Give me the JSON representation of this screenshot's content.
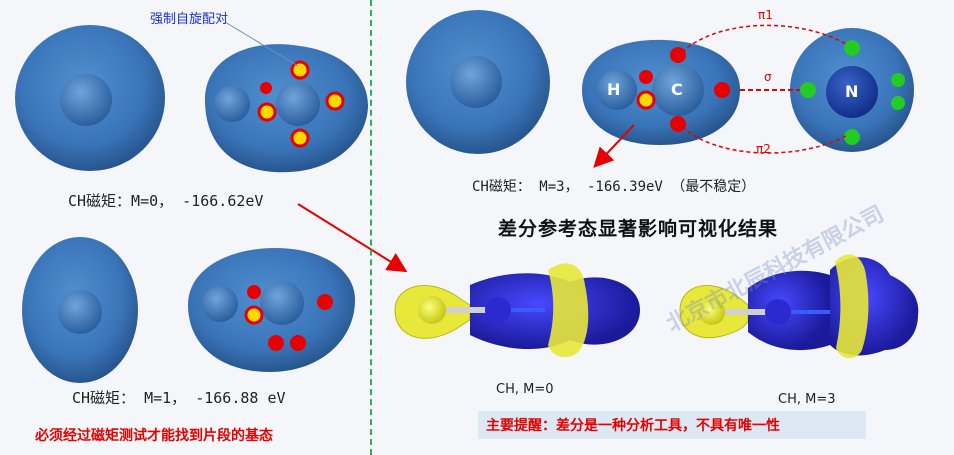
{
  "left": {
    "annotation": "强制自旋配对",
    "caption_m0": "CH磁矩：M=0， -166.62eV",
    "caption_m1": "CH磁矩： M=1， -166.88 eV",
    "note": "必须经过磁矩测试才能找到片段的基态"
  },
  "right": {
    "atom_h": "H",
    "atom_c": "C",
    "atom_n": "N",
    "sigma": "σ",
    "pi1": "π1",
    "pi2": "π2",
    "caption_m3": "CH磁矩： M=3， -166.39eV （最不稳定）",
    "title": "差分参考态显著影响可视化结果",
    "label_m0": "CH, M=0",
    "label_m3": "CH, M=3",
    "tip": "主要提醒：差分是一种分析工具，不具有唯一性"
  },
  "watermark": "北京市北辰科技有限公司",
  "colors": {
    "orbital_blue": "#3a74b8",
    "electron_red": "#ff0000",
    "electron_yellow": "#ffd800",
    "electron_green": "#22cc22",
    "density_yellow": "#e8e83a",
    "density_blue": "#2a2ad0",
    "divider_green": "#2fae5a"
  }
}
